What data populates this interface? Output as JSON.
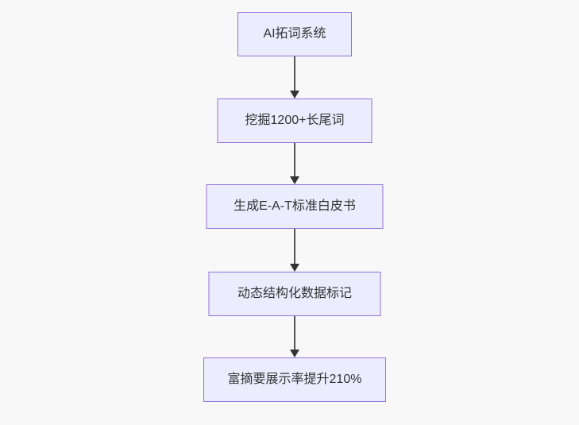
{
  "diagram": {
    "type": "flowchart",
    "direction": "top-to-bottom",
    "nodes": [
      {
        "label": "AI拓词系统"
      },
      {
        "label": "挖掘1200+长尾词"
      },
      {
        "label": "生成E-A-T标准白皮书"
      },
      {
        "label": "动态结构化数据标记"
      },
      {
        "label": "富摘要展示率提升210%"
      }
    ],
    "edges": [
      {
        "from": 0,
        "to": 1,
        "style": "arrow"
      },
      {
        "from": 1,
        "to": 2,
        "style": "arrow"
      },
      {
        "from": 2,
        "to": 3,
        "style": "arrow"
      },
      {
        "from": 3,
        "to": 4,
        "style": "arrow"
      }
    ],
    "colors": {
      "background": "#f8f8f8",
      "node_fill": "#ECECFF",
      "node_border": "#9370DB",
      "text": "#333333",
      "arrow_line": "#555555",
      "arrow_head": "#333333"
    }
  }
}
